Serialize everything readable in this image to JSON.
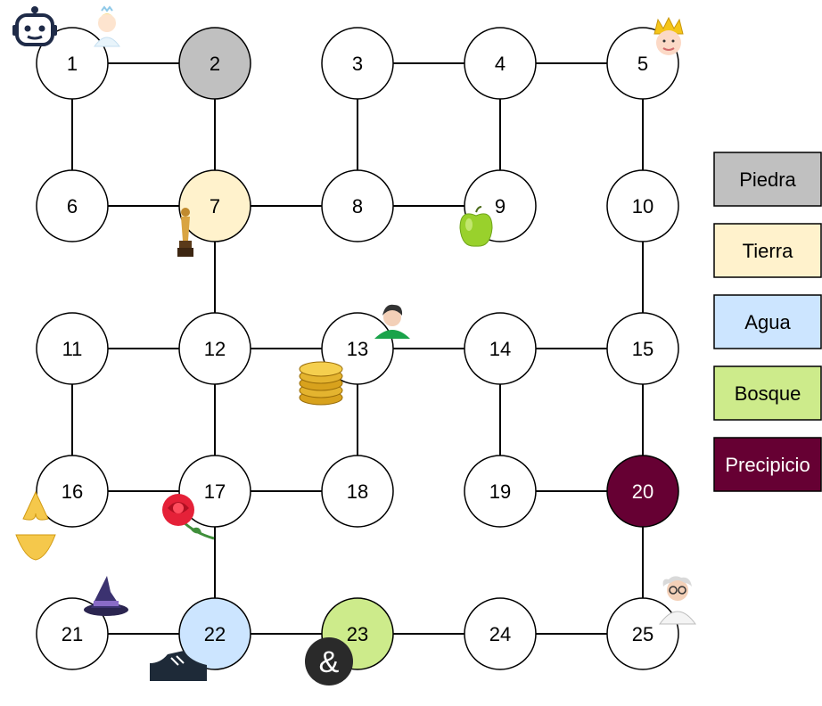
{
  "colors": {
    "default": "#ffffff",
    "stroke": "#000000",
    "Piedra": "#c0c0c0",
    "Tierra": "#fff2cc",
    "Agua": "#cce5ff",
    "Bosque": "#cdeb8b",
    "Precipicio": "#660033"
  },
  "nodes": [
    {
      "id": 1,
      "label": "1",
      "terrain": null
    },
    {
      "id": 2,
      "label": "2",
      "terrain": "Piedra"
    },
    {
      "id": 3,
      "label": "3",
      "terrain": null
    },
    {
      "id": 4,
      "label": "4",
      "terrain": null
    },
    {
      "id": 5,
      "label": "5",
      "terrain": null
    },
    {
      "id": 6,
      "label": "6",
      "terrain": null
    },
    {
      "id": 7,
      "label": "7",
      "terrain": "Tierra"
    },
    {
      "id": 8,
      "label": "8",
      "terrain": null
    },
    {
      "id": 9,
      "label": "9",
      "terrain": null
    },
    {
      "id": 10,
      "label": "10",
      "terrain": null
    },
    {
      "id": 11,
      "label": "11",
      "terrain": null
    },
    {
      "id": 12,
      "label": "12",
      "terrain": null
    },
    {
      "id": 13,
      "label": "13",
      "terrain": null
    },
    {
      "id": 14,
      "label": "14",
      "terrain": null
    },
    {
      "id": 15,
      "label": "15",
      "terrain": null
    },
    {
      "id": 16,
      "label": "16",
      "terrain": null
    },
    {
      "id": 17,
      "label": "17",
      "terrain": null
    },
    {
      "id": 18,
      "label": "18",
      "terrain": null
    },
    {
      "id": 19,
      "label": "19",
      "terrain": null
    },
    {
      "id": 20,
      "label": "20",
      "terrain": "Precipicio"
    },
    {
      "id": 21,
      "label": "21",
      "terrain": null
    },
    {
      "id": 22,
      "label": "22",
      "terrain": "Agua"
    },
    {
      "id": 23,
      "label": "23",
      "terrain": "Bosque"
    },
    {
      "id": 24,
      "label": "24",
      "terrain": null
    },
    {
      "id": 25,
      "label": "25",
      "terrain": null
    }
  ],
  "edges": [
    [
      1,
      2
    ],
    [
      3,
      4
    ],
    [
      4,
      5
    ],
    [
      1,
      6
    ],
    [
      2,
      7
    ],
    [
      3,
      8
    ],
    [
      4,
      9
    ],
    [
      5,
      10
    ],
    [
      6,
      7
    ],
    [
      7,
      8
    ],
    [
      8,
      9
    ],
    [
      7,
      12
    ],
    [
      10,
      15
    ],
    [
      11,
      12
    ],
    [
      12,
      13
    ],
    [
      13,
      14
    ],
    [
      14,
      15
    ],
    [
      11,
      16
    ],
    [
      12,
      17
    ],
    [
      13,
      18
    ],
    [
      14,
      19
    ],
    [
      15,
      20
    ],
    [
      16,
      17
    ],
    [
      17,
      18
    ],
    [
      19,
      20
    ],
    [
      17,
      22
    ],
    [
      20,
      25
    ],
    [
      21,
      22
    ],
    [
      22,
      23
    ],
    [
      23,
      24
    ],
    [
      24,
      25
    ]
  ],
  "legend": [
    {
      "label": "Piedra",
      "color": "#c0c0c0",
      "text_color": "#000000"
    },
    {
      "label": "Tierra",
      "color": "#fff2cc",
      "text_color": "#000000"
    },
    {
      "label": "Agua",
      "color": "#cce5ff",
      "text_color": "#000000"
    },
    {
      "label": "Bosque",
      "color": "#cdeb8b",
      "text_color": "#000000"
    },
    {
      "label": "Precipicio",
      "color": "#660033",
      "text_color": "#ffffff"
    }
  ],
  "items": [
    {
      "name": "robot-icon",
      "near": 1
    },
    {
      "name": "princess-icon",
      "near": 1
    },
    {
      "name": "king-icon",
      "near": 5
    },
    {
      "name": "trophy-icon",
      "near": 7
    },
    {
      "name": "apple-icon",
      "near": 9
    },
    {
      "name": "person-icon",
      "near": 13
    },
    {
      "name": "coins-icon",
      "near": 13
    },
    {
      "name": "bikini-icon",
      "near": 16
    },
    {
      "name": "rose-icon",
      "near": 17
    },
    {
      "name": "witch-hat-icon",
      "near": 21
    },
    {
      "name": "shoe-icon",
      "near": 22
    },
    {
      "name": "ampersand-badge-icon",
      "near": 23
    },
    {
      "name": "scientist-icon",
      "near": 25
    }
  ],
  "ampersand": "&"
}
